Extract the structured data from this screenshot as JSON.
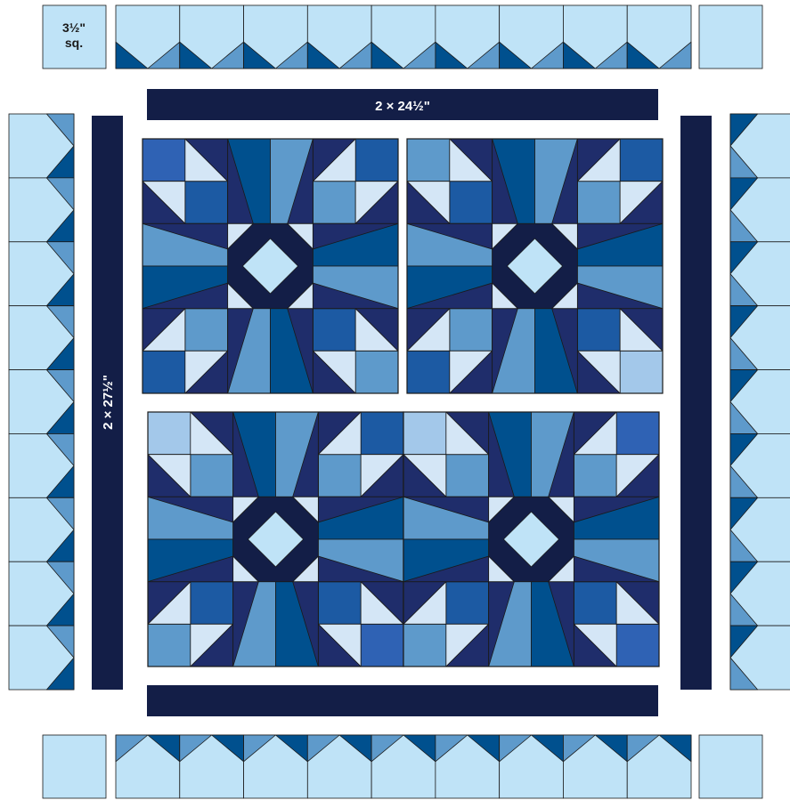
{
  "labels": {
    "corner_square_size": "3½\"",
    "corner_square_unit": "sq.",
    "horizontal_strip": "2 × 24½\"",
    "vertical_strip": "2 × 27½\""
  },
  "colors": {
    "light": "#BFE3F7",
    "pale": "#D4E6F6",
    "powder": "#A3C8EA",
    "medium": "#5E9ACB",
    "bright": "#2F62B4",
    "cobalt": "#1C5AA3",
    "royal": "#00508E",
    "navy": "#1F2D6B",
    "dark_strip": "#131E47",
    "outline": "#1A1A1A"
  },
  "blocks": {
    "description_count": 4
  }
}
